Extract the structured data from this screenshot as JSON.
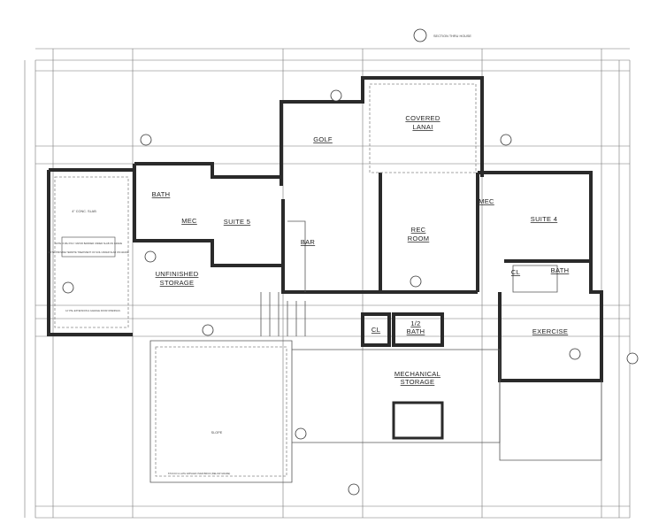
{
  "plan": {
    "section_marker": {
      "label": "SECTION THRU HOUSE"
    },
    "rooms": {
      "golf": "GOLF",
      "covered_lanai": "COVERED",
      "covered_lanai_2": "LANAI",
      "bar": "BAR",
      "rec_room": "REC",
      "rec_room_2": "ROOM",
      "suite5": "SUITE 5",
      "bath_left": "BATH",
      "mec_left": "MEC",
      "unfinished_storage": "UNFINISHED",
      "unfinished_storage_2": "STORAGE",
      "suite4": "SUITE 4",
      "bath_right": "BATH",
      "mec_right": "MEC",
      "cl_right": "CL",
      "exercise": "EXERCISE",
      "half_bath": "1/2",
      "half_bath_2": "BATH",
      "cl_center": "CL",
      "mechanical_storage": "MECHANICAL",
      "mechanical_storage_2": "STORAGE"
    },
    "notes": {
      "slab_left": "4\" CONC. SLAB",
      "vapor_note": "NOTE: 6 MIL POLY VAPOR BARRIER UNDER SLAB ON GRADE",
      "termite_note": "NOTE: PROVIDE TERMITE TREATMENT OF SOIL UNDER SLAB ON GRADE",
      "slope": "SLOPE",
      "garage_door": "12' PSL EXTENSION & GARAGE DOOR OPENINGS",
      "stucco_note": "STUCCO & LATH APPLIED OVER BRICK (BELOW GRADE)"
    }
  }
}
